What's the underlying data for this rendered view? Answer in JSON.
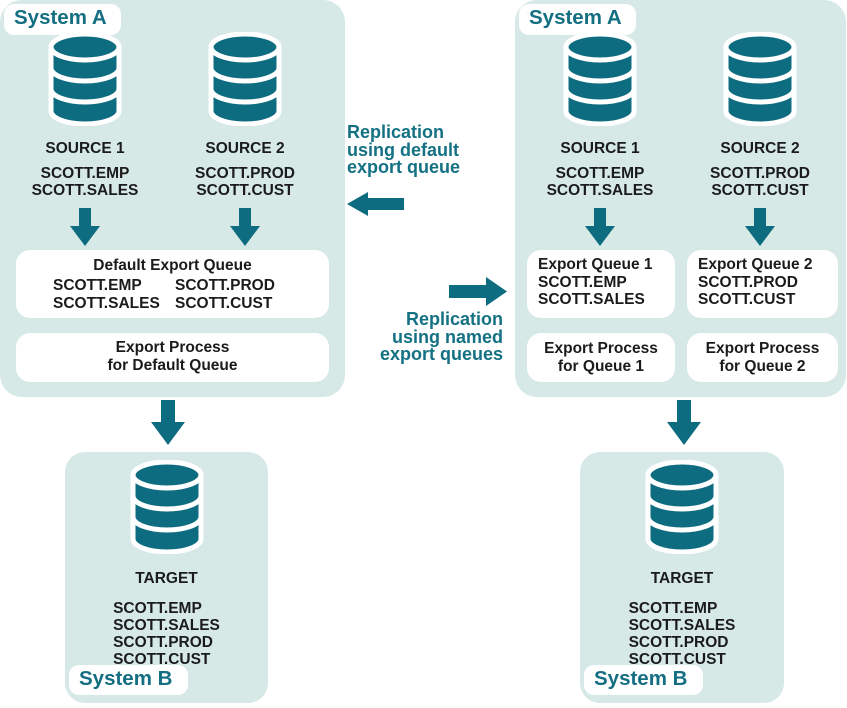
{
  "colors": {
    "teal": "#0e6c80",
    "teal_text": "#136f81",
    "panel_light_teal": "#d6e9e6",
    "box_white": "#ffffff",
    "text_dark": "#1b1b1b"
  },
  "icons": {
    "database": "database-icon",
    "arrow_down": "arrow-down-icon",
    "arrow_left": "arrow-left-icon",
    "arrow_right": "arrow-right-icon"
  },
  "left_system_a": {
    "label": "System A",
    "source1": {
      "name": "SOURCE 1",
      "line1": "SCOTT.EMP",
      "line2": "SCOTT.SALES"
    },
    "source2": {
      "name": "SOURCE 2",
      "line1": "SCOTT.PROD",
      "line2": "SCOTT.CUST"
    },
    "queue_title": "Default Export Queue",
    "queue_col1": [
      "SCOTT.EMP",
      "SCOTT.SALES"
    ],
    "queue_col2": [
      "SCOTT.PROD",
      "SCOTT.CUST"
    ],
    "process_line1": "Export Process",
    "process_line2": "for Default Queue"
  },
  "right_system_a": {
    "label": "System A",
    "source1": {
      "name": "SOURCE 1",
      "line1": "SCOTT.EMP",
      "line2": "SCOTT.SALES"
    },
    "source2": {
      "name": "SOURCE 2",
      "line1": "SCOTT.PROD",
      "line2": "SCOTT.CUST"
    },
    "queue1": {
      "title": "Export Queue 1",
      "line1": "SCOTT.EMP",
      "line2": "SCOTT.SALES"
    },
    "queue2": {
      "title": "Export Queue 2",
      "line1": "SCOTT.PROD",
      "line2": "SCOTT.CUST"
    },
    "process1": {
      "line1": "Export Process",
      "line2": "for Queue 1"
    },
    "process2": {
      "line1": "Export Process",
      "line2": "for Queue 2"
    }
  },
  "left_system_b": {
    "label": "System B",
    "target": "TARGET",
    "tables": [
      "SCOTT.EMP",
      "SCOTT.SALES",
      "SCOTT.PROD",
      "SCOTT.CUST"
    ]
  },
  "right_system_b": {
    "label": "System B",
    "target": "TARGET",
    "tables": [
      "SCOTT.EMP",
      "SCOTT.SALES",
      "SCOTT.PROD",
      "SCOTT.CUST"
    ]
  },
  "annotations": {
    "default_queue": {
      "line1": "Replication",
      "line2": "using default",
      "line3": "export queue"
    },
    "named_queues": {
      "line1": "Replication",
      "line2": "using named",
      "line3": "export queues"
    }
  }
}
